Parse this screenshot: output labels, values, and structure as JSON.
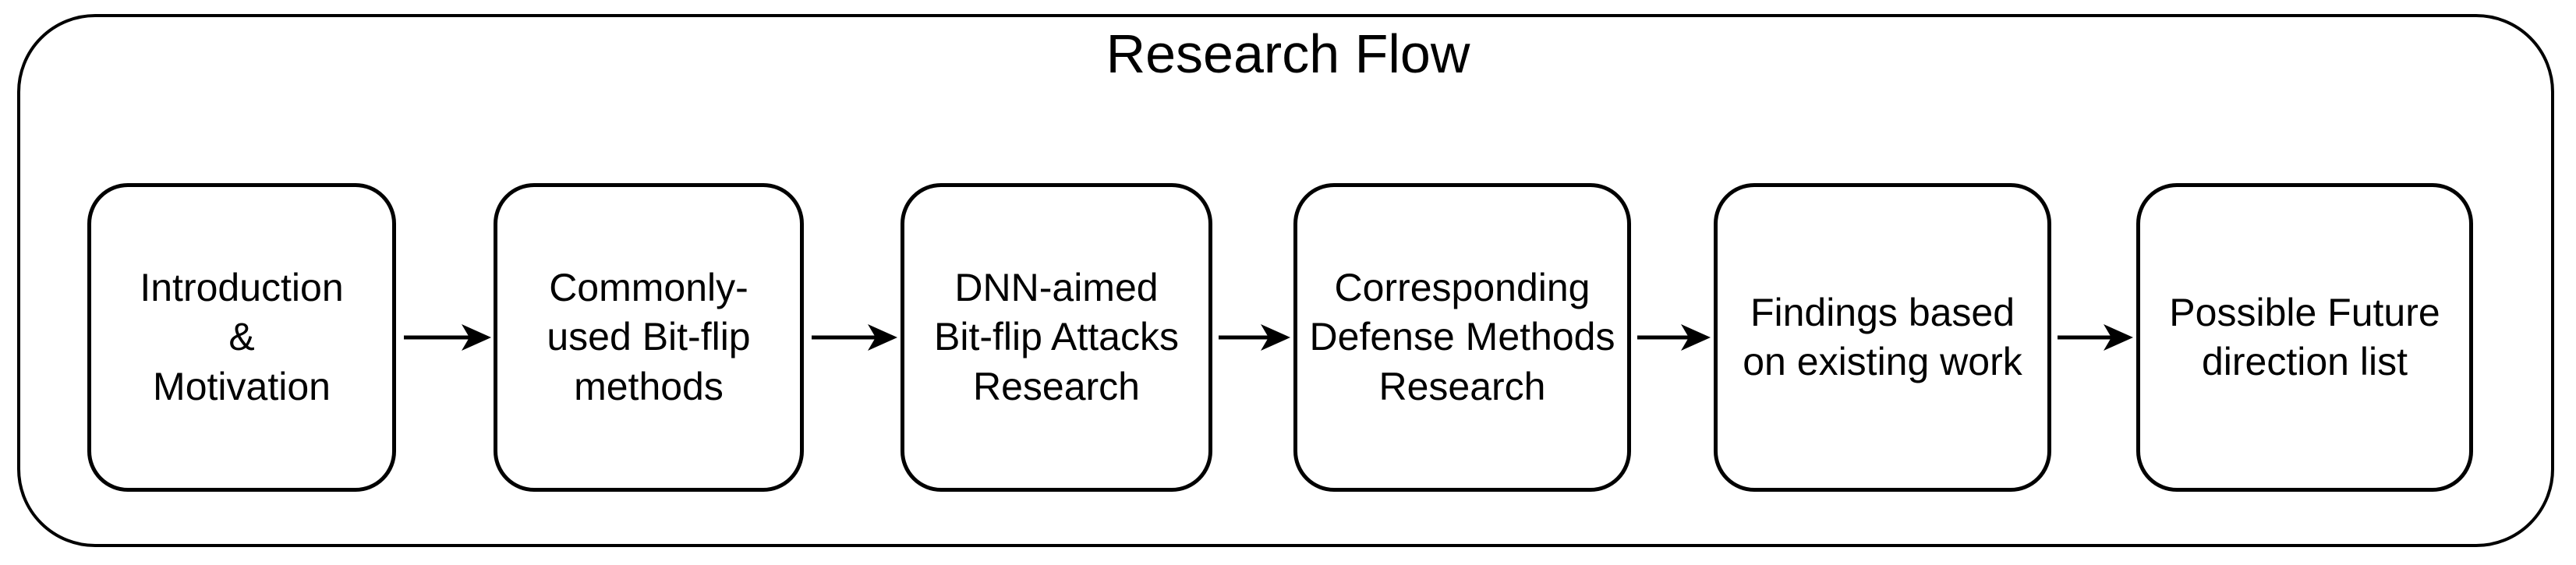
{
  "diagram": {
    "title": "Research Flow",
    "steps": [
      {
        "label": "Introduction\n&\nMotivation"
      },
      {
        "label": "Commonly-\nused Bit-flip\nmethods"
      },
      {
        "label": "DNN-aimed\nBit-flip Attacks\nResearch"
      },
      {
        "label": "Corresponding\nDefense Methods\nResearch"
      },
      {
        "label": "Findings based\non existing work"
      },
      {
        "label": "Possible Future\ndirection list"
      }
    ],
    "connector_count": 5,
    "colors": {
      "stroke": "#000000",
      "text": "#000000",
      "background": "#ffffff"
    }
  }
}
